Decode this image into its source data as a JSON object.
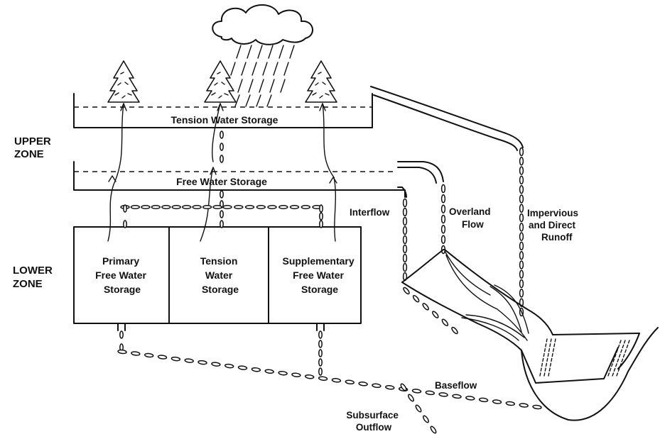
{
  "zones": {
    "upper": [
      "UPPER",
      "ZONE"
    ],
    "lower": [
      "LOWER",
      "ZONE"
    ]
  },
  "storages": {
    "tension_water": "Tension Water Storage",
    "free_water": "Free Water Storage",
    "primary": [
      "Primary",
      "Free Water",
      "Storage"
    ],
    "tension_lower": [
      "Tension",
      "Water",
      "Storage"
    ],
    "supplementary": [
      "Supplementary",
      "Free Water",
      "Storage"
    ]
  },
  "flows": {
    "interflow": "Interflow",
    "overland": [
      "Overland",
      "Flow"
    ],
    "impervious": [
      "Impervious",
      "and Direct",
      "Runoff"
    ],
    "baseflow": "Baseflow",
    "subsurface": [
      "Subsurface",
      "Outflow"
    ]
  },
  "icons": {
    "cloud": "rain-cloud-icon",
    "tree": "conifer-tree-icon",
    "stream": "stream-channel-icon"
  },
  "colors": {
    "ink": "#111111",
    "background": "#ffffff"
  }
}
